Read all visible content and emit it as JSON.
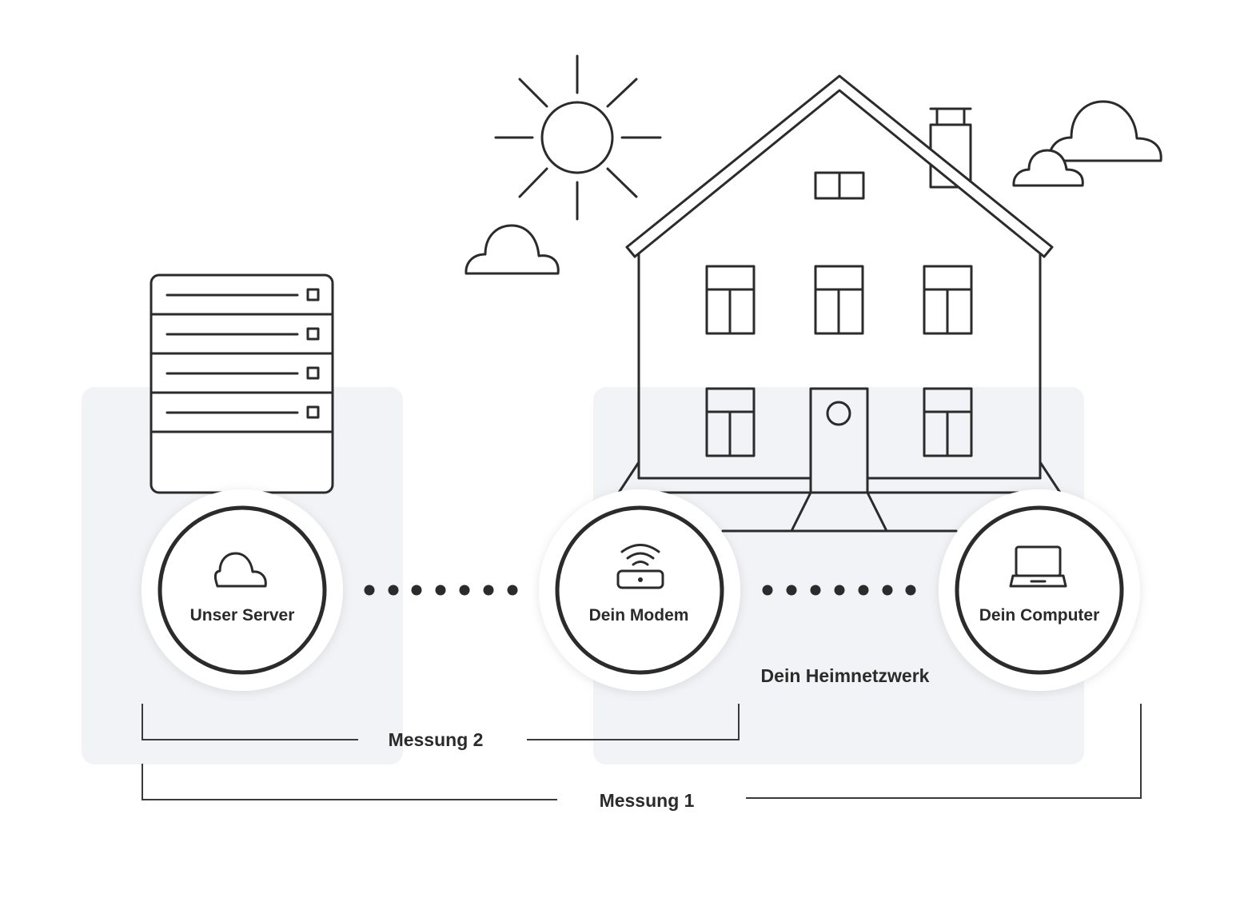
{
  "nodes": {
    "server": {
      "label": "Unser Server",
      "icon": "cloud-icon"
    },
    "modem": {
      "label": "Dein Modem",
      "icon": "wifi-router-icon"
    },
    "computer": {
      "label": "Dein Computer",
      "icon": "laptop-icon"
    }
  },
  "zones": {
    "home_network": "Dein Heimnetzwerk"
  },
  "measurements": {
    "m2": "Messung 2",
    "m1": "Messung 1"
  },
  "colors": {
    "stroke": "#2b2b2b",
    "zone_fill": "#f2f3f6",
    "background": "#ffffff"
  }
}
